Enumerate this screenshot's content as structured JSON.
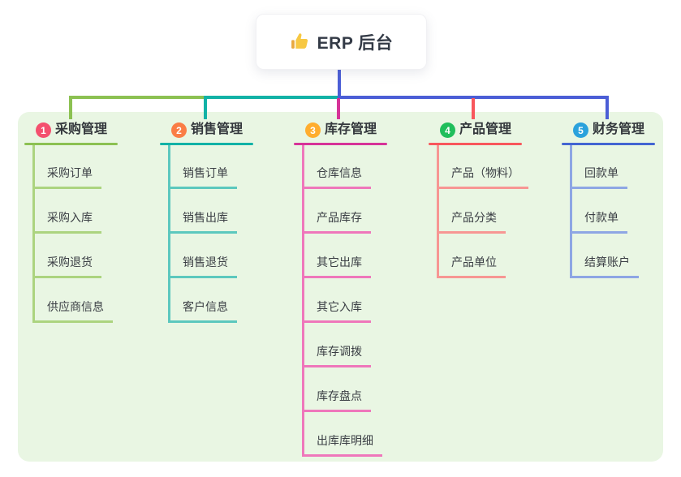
{
  "root": {
    "title": "ERP 后台",
    "icon": "thumbs-up"
  },
  "colors": {
    "root_connector": "#4B5ED6",
    "board_bg": "#E9F6E3",
    "node_bg": "#FFFFFF",
    "title_text": "#33373C",
    "item_text": "#3A3E44"
  },
  "branches": [
    {
      "index": "1",
      "title": "采购管理",
      "badge_color": "#F4506E",
      "color": "#8CC152",
      "light_color": "#ACD47F",
      "items": [
        "采购订单",
        "采购入库",
        "采购退货",
        "供应商信息"
      ]
    },
    {
      "index": "2",
      "title": "销售管理",
      "badge_color": "#FA7D46",
      "color": "#12B2A6",
      "light_color": "#5CC8BE",
      "items": [
        "销售订单",
        "销售出库",
        "销售退货",
        "客户信息"
      ]
    },
    {
      "index": "3",
      "title": "库存管理",
      "badge_color": "#FFAD2E",
      "color": "#D63398",
      "light_color": "#EF77BB",
      "items": [
        "仓库信息",
        "产品库存",
        "其它出库",
        "其它入库",
        "库存调拨",
        "库存盘点",
        "出库库明细"
      ]
    },
    {
      "index": "4",
      "title": "产品管理",
      "badge_color": "#1FBE5B",
      "color": "#F8575C",
      "light_color": "#F79693",
      "items": [
        "产品（物料）",
        "产品分类",
        "产品单位"
      ]
    },
    {
      "index": "5",
      "title": "财务管理",
      "badge_color": "#2BA2DC",
      "color": "#4365D2",
      "light_color": "#8EA6E4",
      "items": [
        "回款单",
        "付款单",
        "结算账户"
      ]
    }
  ]
}
